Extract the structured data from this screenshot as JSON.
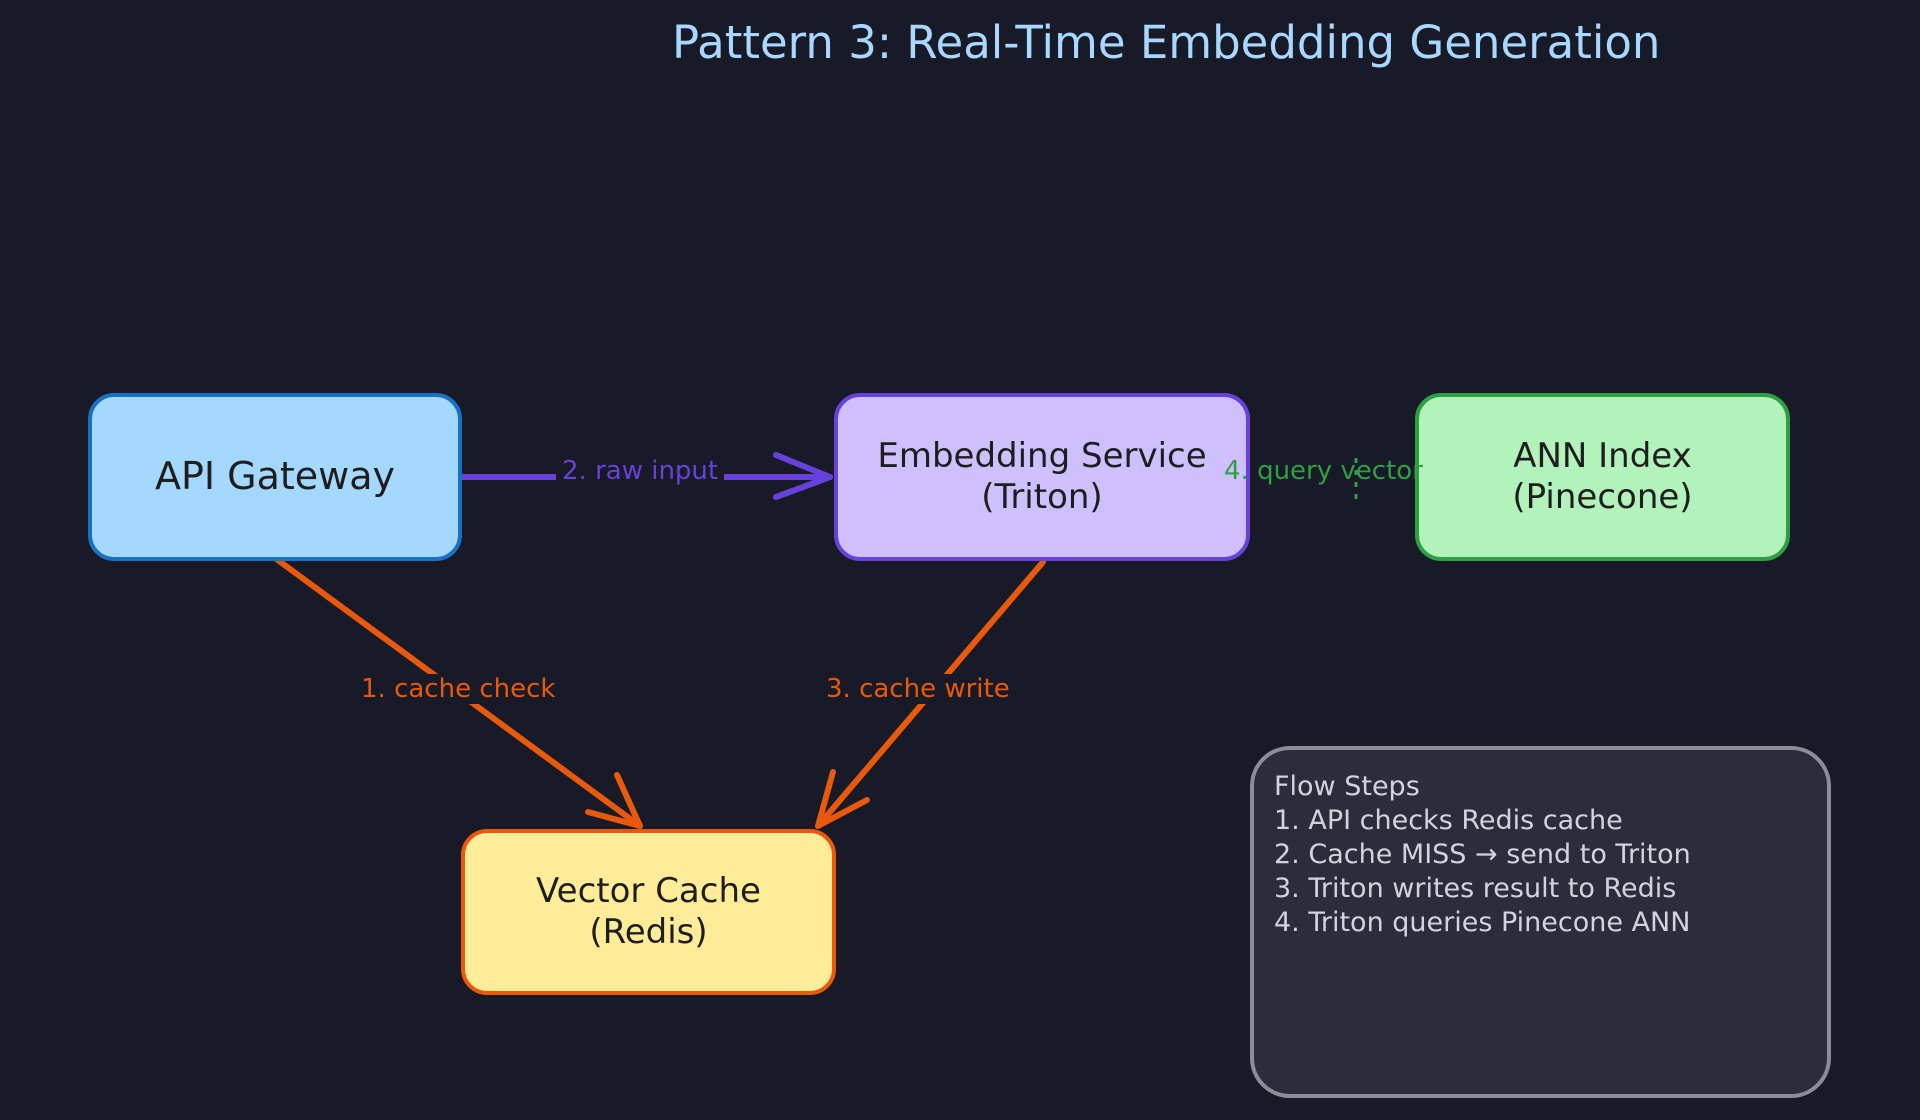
{
  "title": "Pattern 3: Real-Time Embedding Generation",
  "nodes": {
    "api": {
      "line1": "API Gateway"
    },
    "embedding": {
      "line1": "Embedding Service",
      "line2": "(Triton)"
    },
    "ann": {
      "line1": "ANN Index",
      "line2": "(Pinecone)"
    },
    "cache": {
      "line1": "Vector Cache",
      "line2": "(Redis)"
    }
  },
  "edges": {
    "cache_check": "1. cache check",
    "raw_input": "2. raw input",
    "cache_write": "3. cache write",
    "query_vector": "4. query vector"
  },
  "flow_steps": {
    "heading": "Flow Steps",
    "items": [
      "1. API checks Redis cache",
      "2. Cache MISS → send to Triton",
      "3. Triton writes result to Redis",
      "4. Triton queries Pinecone ANN"
    ]
  },
  "colors": {
    "background": "#181a27",
    "title": "#a8d8ff",
    "orange": "#e8590c",
    "purple": "#6741d9",
    "green": "#2f9e44"
  }
}
